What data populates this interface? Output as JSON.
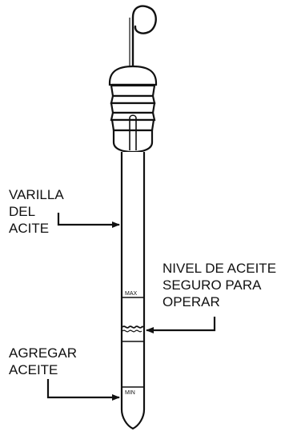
{
  "labels": {
    "dipstick": [
      "VARILLA",
      "DEL",
      "ACITE"
    ],
    "safe_level": [
      "NIVEL DE ACEITE",
      "SEGURO PARA",
      "OPERAR"
    ],
    "add_oil": [
      "AGREGAR",
      "ACEITE"
    ]
  },
  "marks": {
    "max": "MAX",
    "min": "MIN"
  },
  "colors": {
    "line": "#111111",
    "background": "#ffffff"
  }
}
